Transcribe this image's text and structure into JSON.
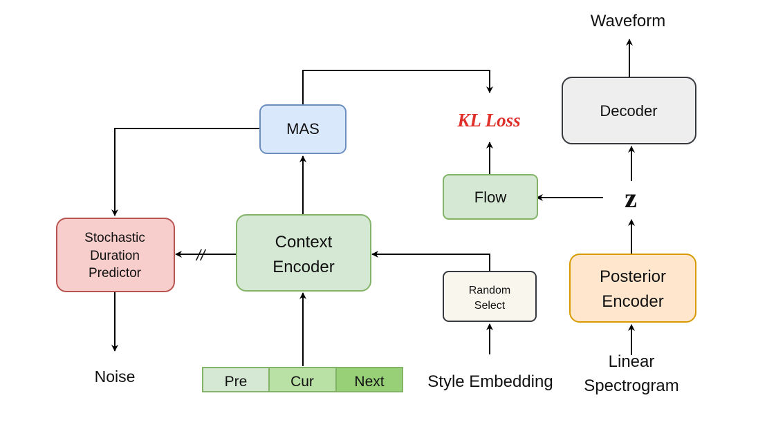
{
  "blocks": {
    "mas": "MAS",
    "context_encoder": [
      "Context",
      "Encoder"
    ],
    "stochastic_duration_predictor": [
      "Stochastic",
      "Duration",
      "Predictor"
    ],
    "random_select": [
      "Random",
      "Select"
    ],
    "flow": "Flow",
    "decoder": "Decoder",
    "posterior_encoder": [
      "Posterior",
      "Encoder"
    ]
  },
  "inputs": {
    "context_segments": [
      "Pre",
      "Cur",
      "Next"
    ],
    "style_embedding": "Style Embedding",
    "linear_spectrogram": [
      "Linear",
      "Spectrogram"
    ]
  },
  "outputs": {
    "noise": "Noise",
    "waveform": "Waveform"
  },
  "latent": "z",
  "loss": "KL Loss",
  "stop_gradient_mark": "//",
  "colors": {
    "mas_fill": "#dae8fc",
    "mas_stroke": "#6c8ebf",
    "context_fill": "#d5e8d4",
    "context_stroke": "#82b366",
    "predictor_fill": "#f8cecc",
    "predictor_stroke": "#b85450",
    "random_fill": "#f9f7ed",
    "random_stroke": "#36393d",
    "flow_fill": "#d5e8d4",
    "flow_stroke": "#82b366",
    "decoder_fill": "#eeeeee",
    "decoder_stroke": "#36393d",
    "posterior_fill": "#ffe6cc",
    "posterior_stroke": "#d79b00",
    "seg_pre": "#d5e8d4",
    "seg_cur": "#b9e0a5",
    "seg_next": "#97d077",
    "seg_stroke": "#82b366",
    "loss_text": "#e0302b"
  }
}
